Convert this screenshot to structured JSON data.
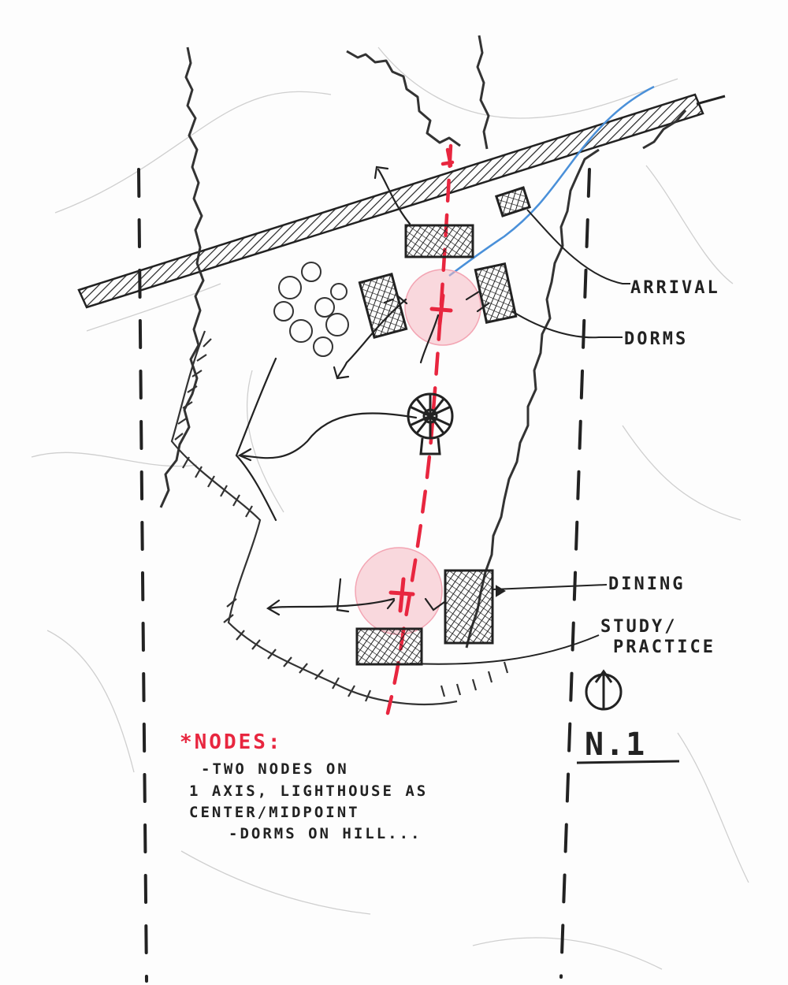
{
  "labels": {
    "arrival": "ARRIVAL",
    "dorms": "DORMS",
    "dining": "DINING",
    "study_line1": "STUDY/",
    "study_line2": "PRACTICE"
  },
  "notes": {
    "title": "*NODES:",
    "lines": [
      "-TWO NODES ON",
      "1 AXIS, LIGHTHOUSE AS",
      "CENTER/MIDPOINT",
      "-DORMS ON HILL..."
    ]
  },
  "sheet_id": "N.1",
  "icons": {
    "north_arrow": "north-arrow-icon",
    "lighthouse": "lighthouse-icon"
  },
  "colors": {
    "ink": "#222222",
    "axis_red": "#e8263f",
    "node_fill": "#f6b9c3",
    "water_blue": "#4a90d9",
    "pencil": "#c8c8c8"
  }
}
